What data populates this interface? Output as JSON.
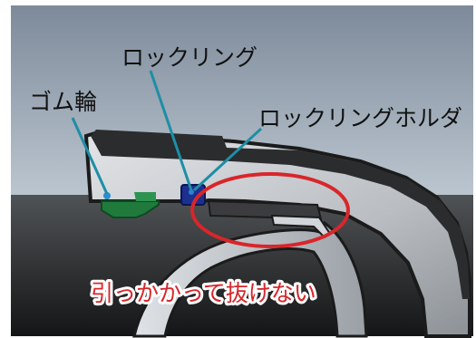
{
  "labels": {
    "rubber_ring": "ゴム輪",
    "locking_ring": "ロックリング",
    "locking_ring_holder": "ロックリングホルダ",
    "caption": "引っかかって抜けない"
  },
  "colors": {
    "sky_top": "#7d8a9a",
    "sky_bottom": "#e4eaef",
    "pipe_dark": "#2f3133",
    "socket_gray": "#c6c9cd",
    "outline": "#1b1b1b",
    "rubber_ring": "#1f7a3c",
    "locking_ring": "#1d2f8f",
    "leader_line": "#1e8ea6",
    "emphasis_red": "#d8262a"
  }
}
